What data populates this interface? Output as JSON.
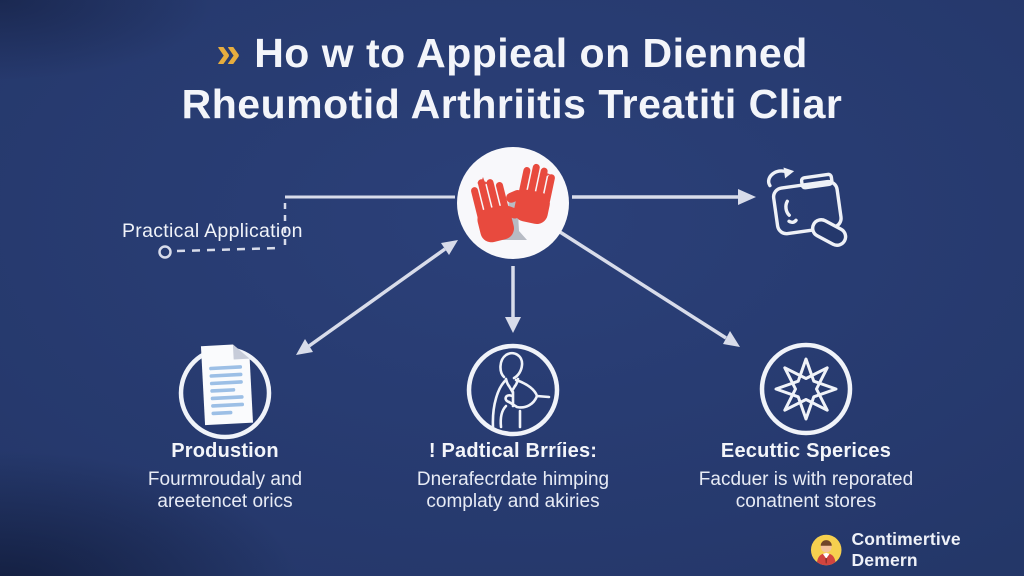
{
  "title": {
    "bullet": "»",
    "line1": "Ho w to Appieal on Dienned",
    "line2": "Rheumotid Arthriitis Treatiti Cliar",
    "bullet_color": "#e7ad3e",
    "text_color": "#f3f5fa"
  },
  "callout": {
    "label": "Practical Application"
  },
  "center_badge": {
    "icon": "celebrating-hands-icon",
    "accent_red": "#e84a3e",
    "trophy_gray": "#b7bbc4"
  },
  "top_right": {
    "icon": "card-rotate-icon"
  },
  "nodes": [
    {
      "icon": "document-icon",
      "heading": "Produstion",
      "sub1": "Fourmroudaly and",
      "sub2": "areetencet orics"
    },
    {
      "icon": "person-exam-icon",
      "heading": "! Padtical Brríies:",
      "sub1": "Dnerafecrdate himping",
      "sub2": "complaty and akiries"
    },
    {
      "icon": "star-octagram-icon",
      "heading": "Eecuttic Sperices",
      "sub1": "Facduer is with reporated",
      "sub2": "conatnent stores"
    }
  ],
  "credit": {
    "label": "Contimertive Demern",
    "icon": "avatar"
  },
  "colors": {
    "background": "#26396d",
    "line": "#d8dcea",
    "gold": "#e7ad3e",
    "accent_red": "#e84a3e",
    "doc_line": "#9cbfe6",
    "icon_stroke": "#f0f3f9",
    "avatar_bg": "#f6d04f"
  }
}
